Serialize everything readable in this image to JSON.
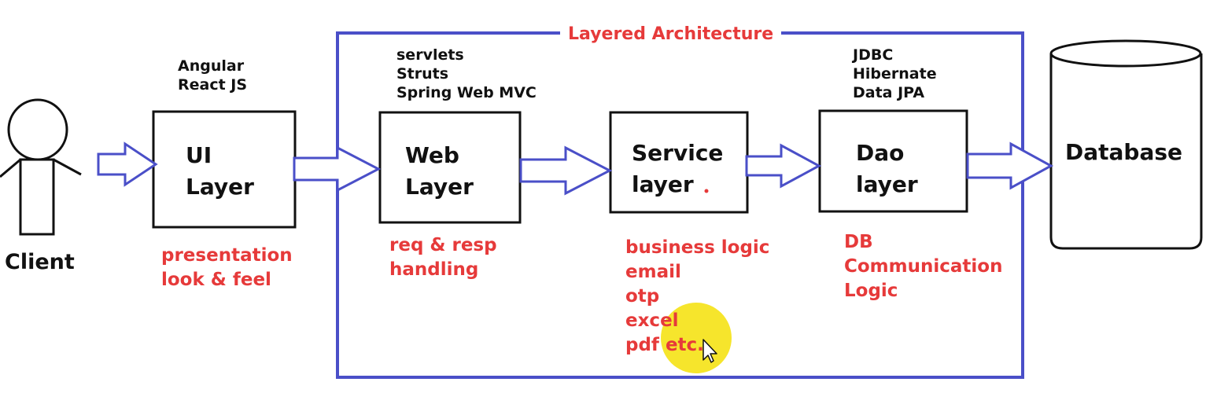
{
  "diagram": {
    "title": "Layered Architecture",
    "client": {
      "label": "Client"
    },
    "ui_layer": {
      "name_line1": "UI",
      "name_line2": "Layer",
      "tech": [
        "Angular",
        "React JS"
      ],
      "responsibilities": [
        "presentation",
        "look & feel"
      ]
    },
    "web_layer": {
      "name_line1": "Web",
      "name_line2": "Layer",
      "tech": [
        "servlets",
        "Struts",
        "Spring Web MVC"
      ],
      "responsibilities": [
        "req & resp",
        "handling"
      ]
    },
    "service_layer": {
      "name_line1": "Service",
      "name_line2": "layer",
      "responsibilities": [
        "business logic",
        "email",
        "otp",
        "excel",
        "pdf etc."
      ]
    },
    "dao_layer": {
      "name_line1": "Dao",
      "name_line2": "layer",
      "tech": [
        "JDBC",
        "Hibernate",
        "Data JPA"
      ],
      "responsibilities": [
        "DB",
        "Communication",
        "Logic"
      ]
    },
    "database": {
      "label": "Database"
    }
  },
  "colors": {
    "accent_blue": "#4a4fc8",
    "label_red": "#e63a3a",
    "cursor_highlight": "#f5e31a",
    "ink": "#111111"
  }
}
